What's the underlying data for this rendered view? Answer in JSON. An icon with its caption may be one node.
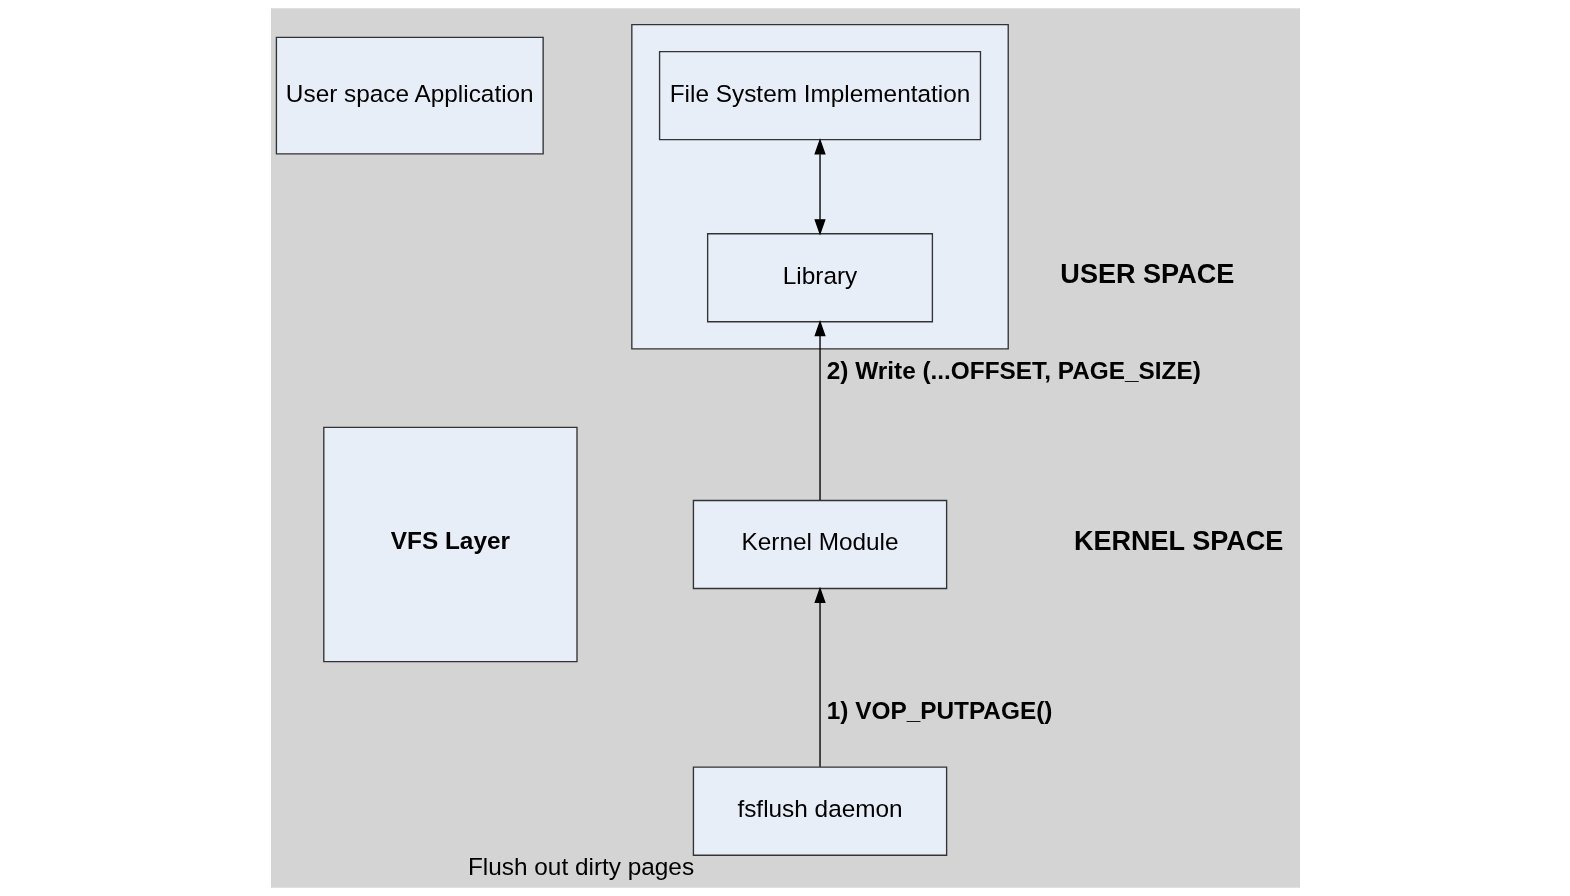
{
  "diagram": {
    "nodes": [
      {
        "text": [],
        "shape": "box"
      },
      {
        "text": [
          "File System Implementation"
        ],
        "in": 0
      },
      {
        "text": [
          "Library"
        ],
        "in": 0
      },
      {
        "text": [
          "User space Application"
        ]
      },
      {
        "text": [
          "VFS Layer"
        ]
      },
      {
        "text": [
          "Kernel Module"
        ]
      },
      {
        "text": [
          "fsflush daemon"
        ],
        "beside": [
          "Flush out dirty pages"
        ]
      }
    ],
    "edges": [
      {
        "from": 1,
        "to": 2,
        "arrow": "both"
      },
      {
        "from": 5,
        "to": 2,
        "arrow": "to",
        "label": "2) Write (...OFFSET, PAGE_SIZE)"
      },
      {
        "from": 6,
        "to": 5,
        "arrow": "to",
        "label": "1) VOP_PUTPAGE()"
      }
    ],
    "labels": [
      "USER SPACE",
      "KERNEL SPACE"
    ]
  }
}
